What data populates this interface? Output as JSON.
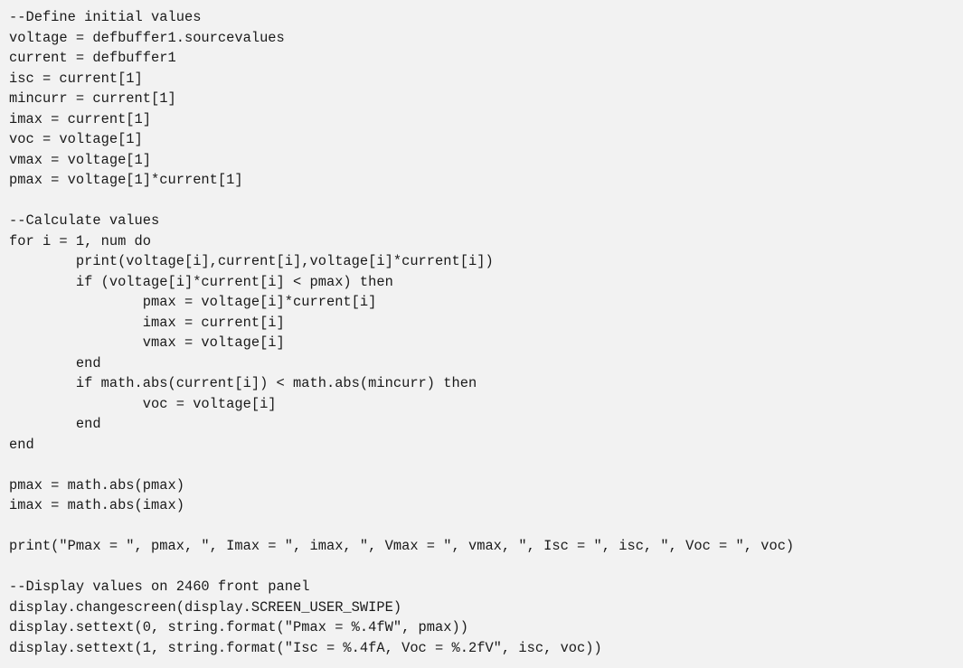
{
  "code": {
    "lines": [
      "--Define initial values",
      "voltage = defbuffer1.sourcevalues",
      "current = defbuffer1",
      "isc = current[1]",
      "mincurr = current[1]",
      "imax = current[1]",
      "voc = voltage[1]",
      "vmax = voltage[1]",
      "pmax = voltage[1]*current[1]",
      "",
      "--Calculate values",
      "for i = 1, num do",
      "        print(voltage[i],current[i],voltage[i]*current[i])",
      "        if (voltage[i]*current[i] < pmax) then",
      "                pmax = voltage[i]*current[i]",
      "                imax = current[i]",
      "                vmax = voltage[i]",
      "        end",
      "        if math.abs(current[i]) < math.abs(mincurr) then",
      "                voc = voltage[i]",
      "        end",
      "end",
      "",
      "pmax = math.abs(pmax)",
      "imax = math.abs(imax)",
      "",
      "print(\"Pmax = \", pmax, \", Imax = \", imax, \", Vmax = \", vmax, \", Isc = \", isc, \", Voc = \", voc)",
      "",
      "--Display values on 2460 front panel",
      "display.changescreen(display.SCREEN_USER_SWIPE)",
      "display.settext(0, string.format(\"Pmax = %.4fW\", pmax))",
      "display.settext(1, string.format(\"Isc = %.4fA, Voc = %.2fV\", isc, voc))"
    ]
  }
}
